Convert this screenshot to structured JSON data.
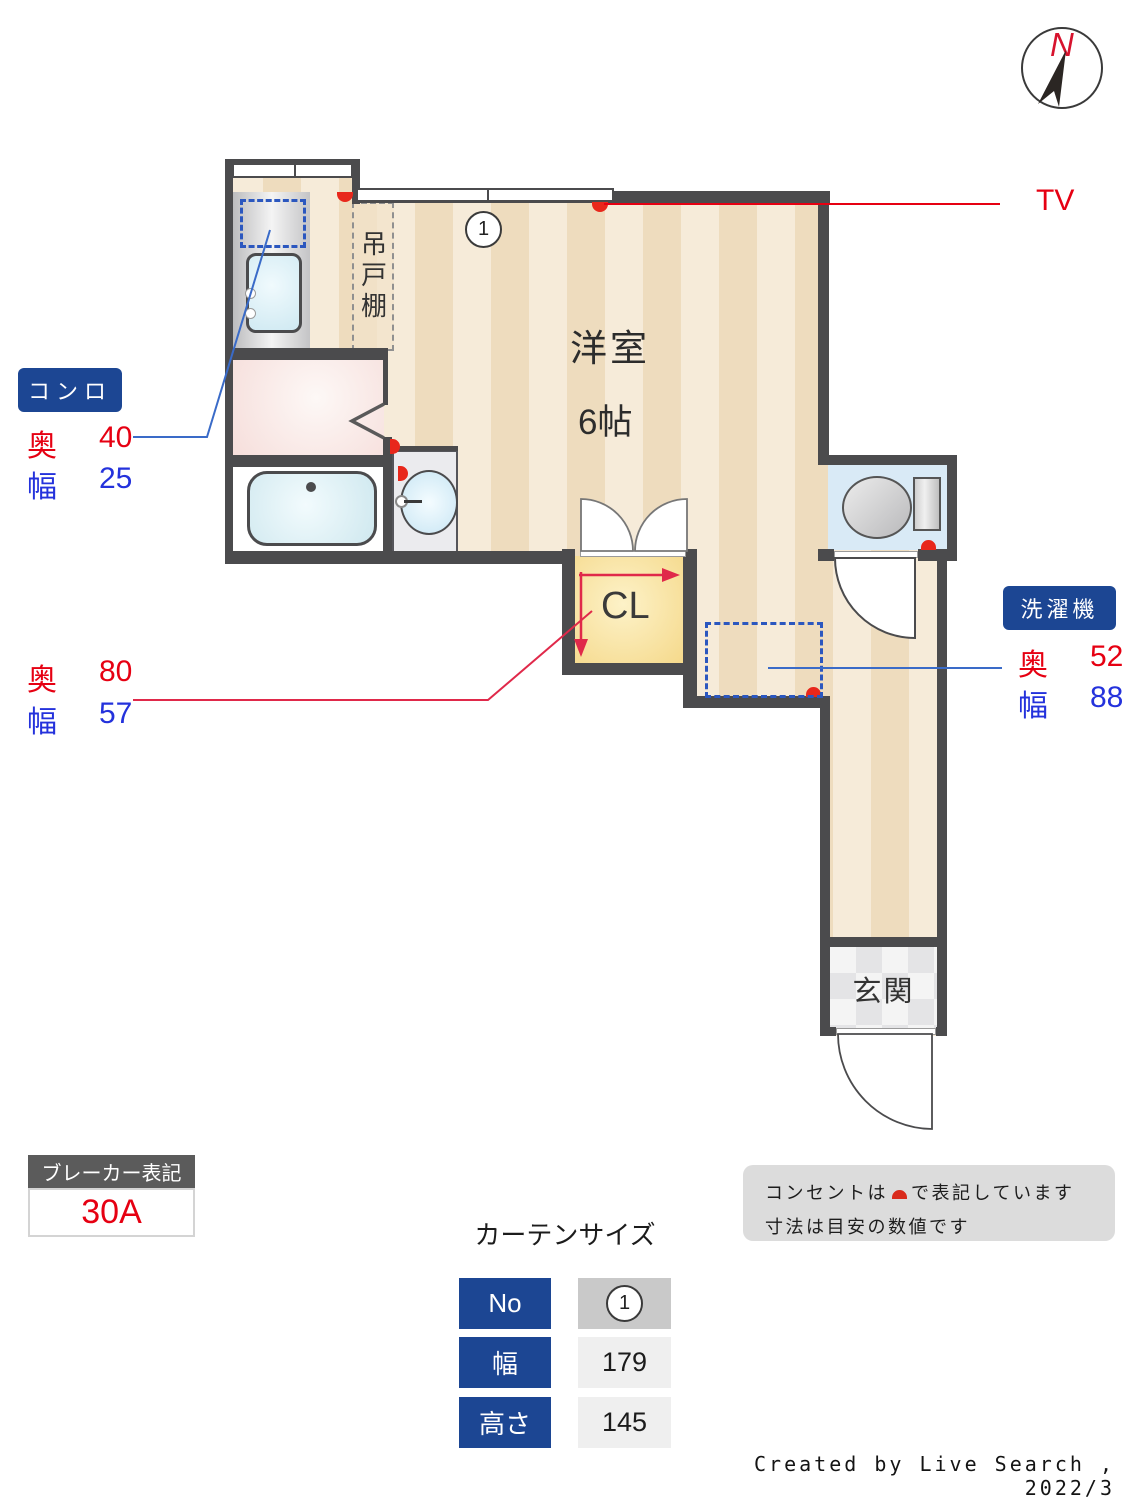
{
  "compass": {
    "label": "N"
  },
  "floorplan": {
    "main_room": {
      "name": "洋室",
      "size": "6帖"
    },
    "cupboard_label": "吊戸棚",
    "closet_label": "CL",
    "entrance_label": "玄関",
    "window_tag": "1",
    "tv_label": "TV",
    "stove": {
      "badge": "コンロ",
      "depth_label": "奥",
      "depth": "40",
      "width_label": "幅",
      "width": "25"
    },
    "closet_dims": {
      "depth_label": "奥",
      "depth": "80",
      "width_label": "幅",
      "width": "57"
    },
    "washer": {
      "badge": "洗濯機",
      "depth_label": "奥",
      "depth": "52",
      "width_label": "幅",
      "width": "88"
    }
  },
  "breaker": {
    "title": "ブレーカー表記",
    "value": "30A"
  },
  "curtain_table": {
    "title": "カーテンサイズ",
    "rows": [
      {
        "label": "No",
        "value": "1",
        "circled": true
      },
      {
        "label": "幅",
        "value": "179",
        "circled": false
      },
      {
        "label": "高さ",
        "value": "145",
        "circled": false
      }
    ]
  },
  "notes": {
    "line1_before": "コンセントは",
    "line1_after": "で表記しています",
    "line2": "寸法は目安の数値です"
  },
  "credit": "Created by Live Search , 2022/3",
  "colors": {
    "wall": "#4b4b4d",
    "floor_light": "#f6ebd9",
    "floor_dark": "#eedcbe",
    "navy_badge": "#1c4693",
    "red_text": "#e60012",
    "blue_text": "#2432dc",
    "outlet": "#e8271b",
    "closet_yellow": "#f5d98b",
    "pink_room": "#f6dedb",
    "bath_fixture": "#cfe8ef",
    "toilet_floor": "#d9eaf6",
    "note_bg": "#dcdcdc",
    "breaker_header": "#5b5b5b"
  }
}
